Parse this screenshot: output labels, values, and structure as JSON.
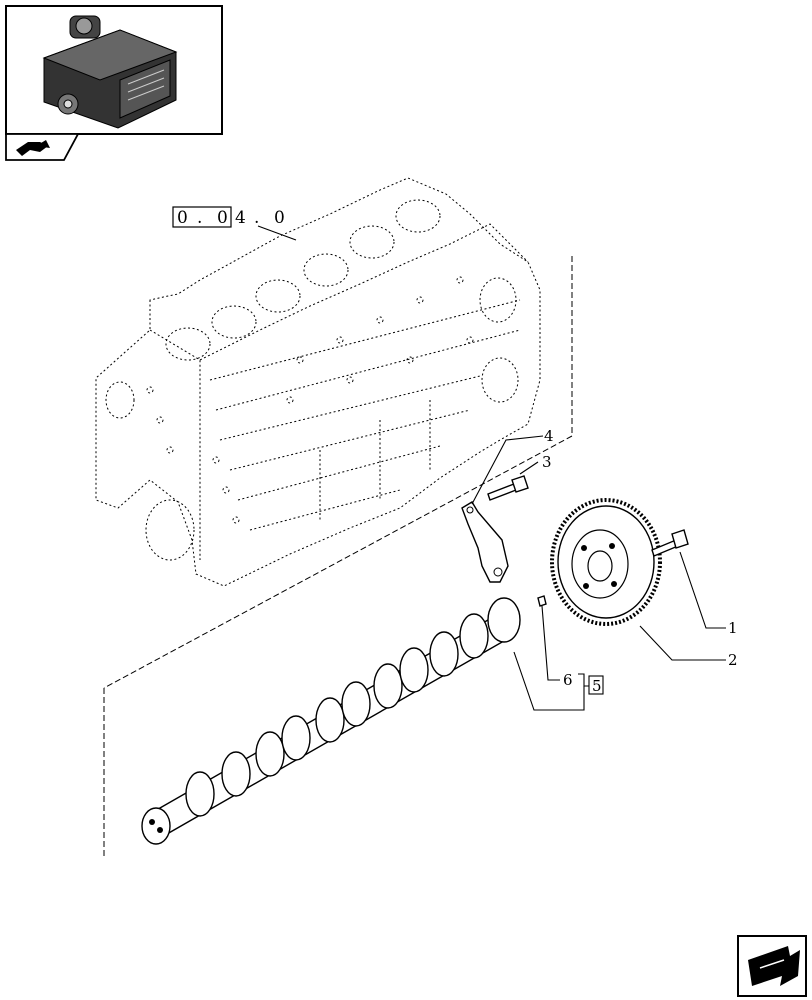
{
  "callouts": [
    {
      "number": "1",
      "part": "bolt"
    },
    {
      "number": "2",
      "part": "camshaft-gear"
    },
    {
      "number": "3",
      "part": "screw"
    },
    {
      "number": "4",
      "part": "bracket"
    },
    {
      "number": "5",
      "part": "kit-reference"
    },
    {
      "number": "6",
      "part": "dowel-pin"
    }
  ],
  "reference_code": {
    "boxed": [
      "0",
      ".",
      "0"
    ],
    "trailing": [
      "4",
      ".",
      "0"
    ]
  },
  "group_label": "5",
  "icons": {
    "thumbnail": "engine-thumbnail-icon",
    "back": "back-arrow-icon",
    "next": "next-page-icon"
  }
}
